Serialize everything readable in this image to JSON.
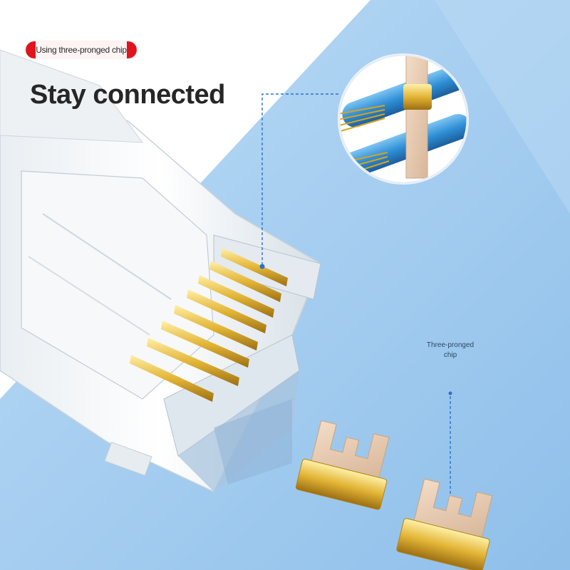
{
  "tag": {
    "text": "Using three-pronged chip"
  },
  "headline": "Stay connected",
  "callout": {
    "line1": "Three-pronged",
    "line2": "chip"
  },
  "colors": {
    "background": "#a9d0f0",
    "accent_red": "#e0141c",
    "gold": "#e3b536",
    "cable_blue": "#2f8fd6"
  }
}
